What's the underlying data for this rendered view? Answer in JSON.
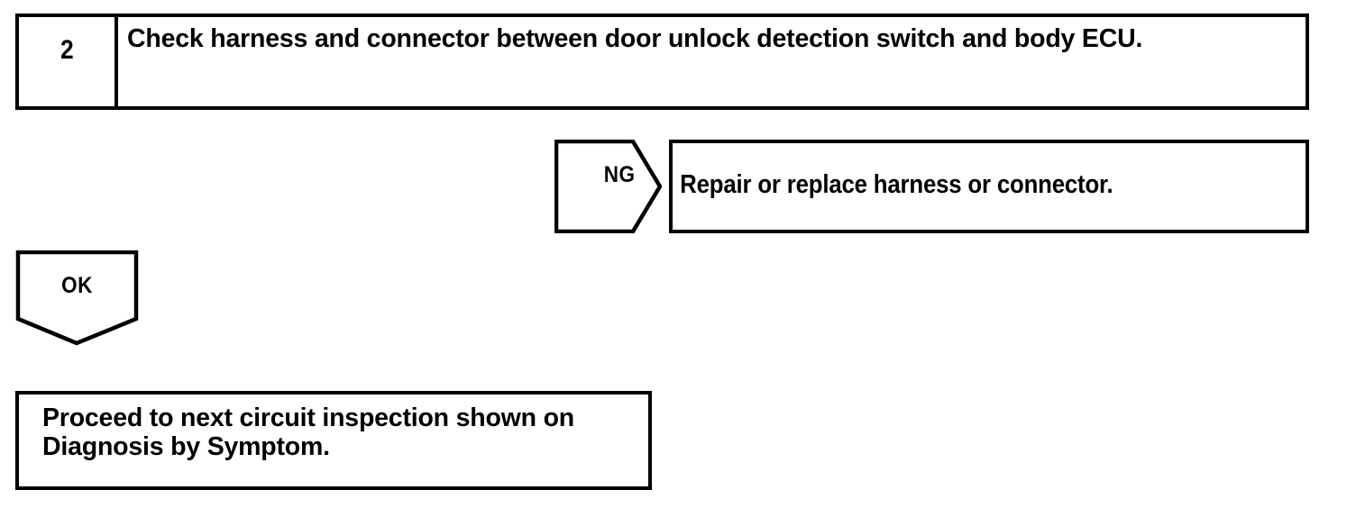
{
  "page": {
    "title": "Diagnostic Troubleshooting Flowchart",
    "background_color": "#ffffff",
    "ink_color": "#000000"
  },
  "step": {
    "number": "2",
    "instruction": "Check harness and connector between door unlock detection switch and body ECU."
  },
  "branches": {
    "ng": {
      "label": "NG",
      "result_text": "Repair or replace harness or connector."
    },
    "ok": {
      "label": "OK",
      "result_text": "Proceed to next circuit inspection shown on Diagnosis by Symptom."
    }
  }
}
